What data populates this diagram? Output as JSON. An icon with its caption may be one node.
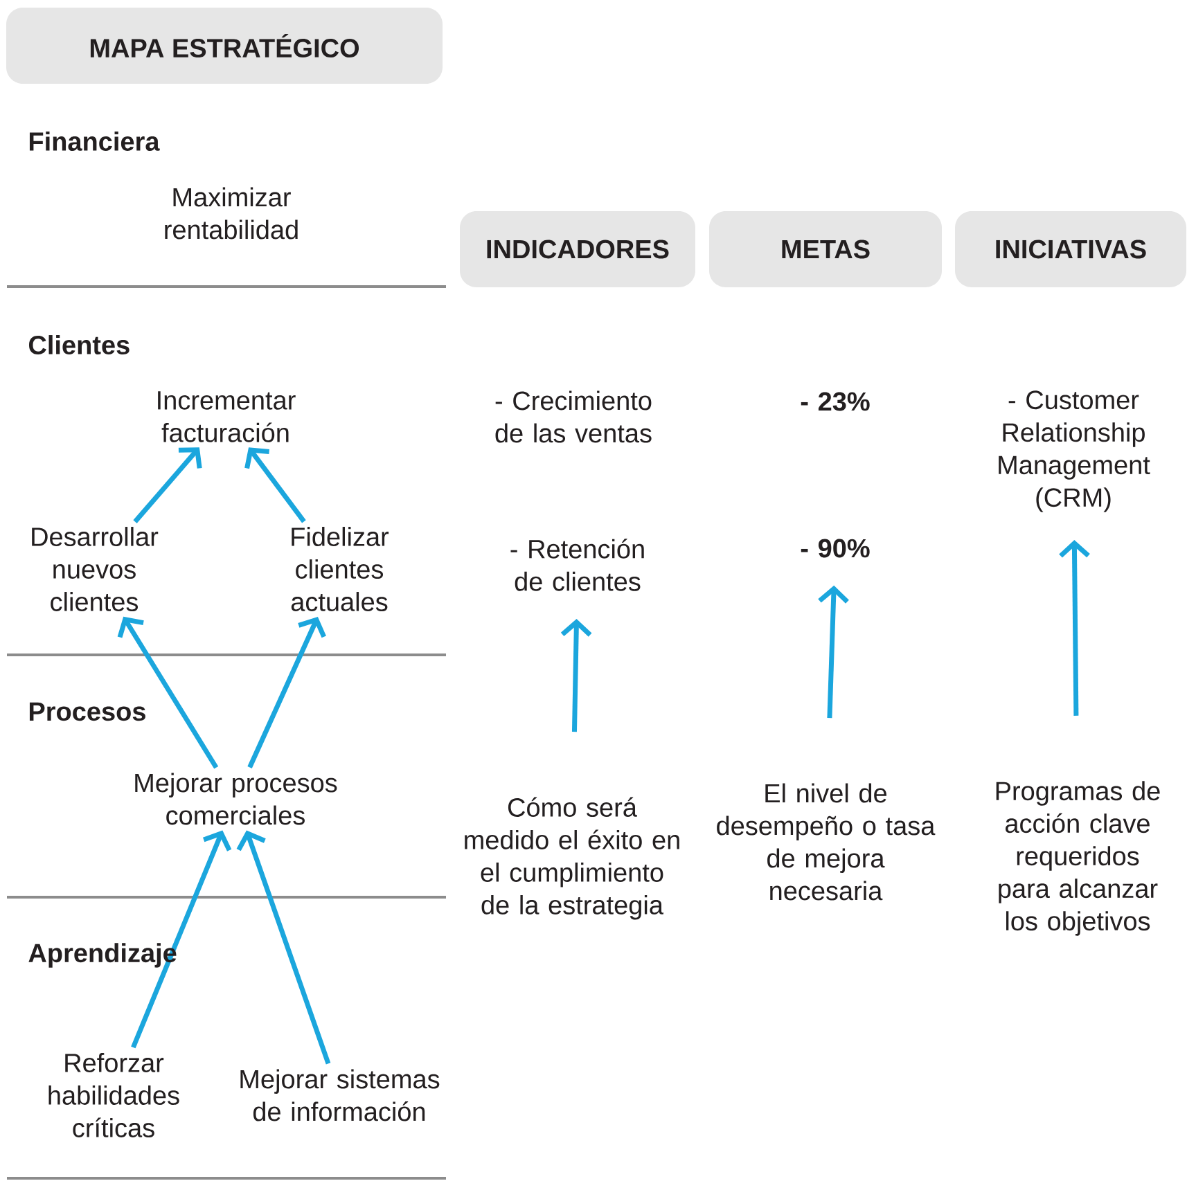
{
  "diagram": {
    "nodes": [
      {
        "text": [
          "MAPA ESTRATÉGICO"
        ]
      },
      {
        "text": [
          "Maximizar rentabilidad"
        ]
      },
      {
        "text": [
          "INDICADORES"
        ]
      },
      {
        "text": [
          "METAS"
        ]
      },
      {
        "text": [
          "INICIATIVAS"
        ]
      },
      {
        "text": [
          "Incrementar facturación"
        ]
      },
      {
        "text": [
          "Desarrollar nuevos clientes"
        ]
      },
      {
        "text": [
          "Fidelizar clientes actuales"
        ]
      },
      {
        "text": [
          "Mejorar procesos comerciales"
        ]
      },
      {
        "text": [
          "Reforzar habilidades críticas"
        ]
      },
      {
        "text": [
          "Mejorar sistemas de información"
        ]
      },
      {
        "text": [
          "- Crecimiento de las ventas"
        ]
      },
      {
        "text": [
          "- 23%"
        ]
      },
      {
        "text": [
          "- Customer Relationship Management (CRM)"
        ]
      },
      {
        "text": [
          "- Retención de clientes"
        ]
      },
      {
        "text": [
          "- 90%"
        ]
      },
      {
        "text": [
          "Cómo será medido el éxito en el cumplimiento de la estrategia"
        ]
      },
      {
        "text": [
          "El nivel de desempeño o tasa de mejora necesaria"
        ]
      },
      {
        "text": [
          "Programas de acción clave requeridos para alcanzar los objetivos"
        ]
      }
    ],
    "edges": [
      {
        "from": 6,
        "to": 5,
        "arrow": "to"
      },
      {
        "from": 7,
        "to": 5,
        "arrow": "to"
      },
      {
        "from": 8,
        "to": 6,
        "arrow": "to"
      },
      {
        "from": 8,
        "to": 7,
        "arrow": "to"
      },
      {
        "from": 9,
        "to": 8,
        "arrow": "to"
      },
      {
        "from": 10,
        "to": 8,
        "arrow": "to"
      },
      {
        "from": 16,
        "to": 14,
        "arrow": "to"
      },
      {
        "from": 17,
        "to": 15,
        "arrow": "to"
      },
      {
        "from": 18,
        "to": 13,
        "arrow": "to"
      }
    ],
    "labels": [
      "Financiera",
      "Clientes",
      "Procesos",
      "Aprendizaje"
    ]
  }
}
